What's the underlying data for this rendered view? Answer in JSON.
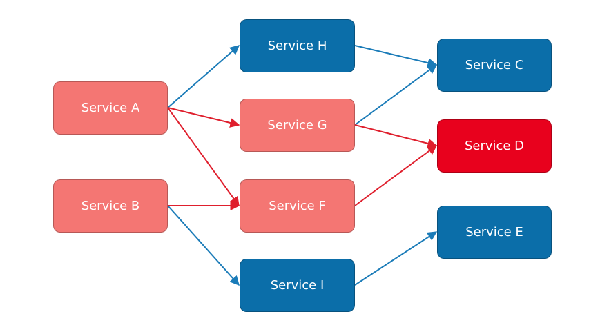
{
  "colors": {
    "blue_node": "#0b6ea9",
    "salmon_node": "#f47673",
    "red_node": "#e8011d",
    "blue_edge": "#1a7bb8",
    "red_edge": "#df1f2d"
  },
  "nodes": {
    "a": {
      "label": "Service A",
      "fill": "#f47673"
    },
    "b": {
      "label": "Service B",
      "fill": "#f47673"
    },
    "h": {
      "label": "Service H",
      "fill": "#0b6ea9"
    },
    "g": {
      "label": "Service G",
      "fill": "#f47673"
    },
    "f": {
      "label": "Service F",
      "fill": "#f47673"
    },
    "i": {
      "label": "Service I",
      "fill": "#0b6ea9"
    },
    "c": {
      "label": "Service C",
      "fill": "#0b6ea9"
    },
    "d": {
      "label": "Service D",
      "fill": "#e8011d"
    },
    "e": {
      "label": "Service E",
      "fill": "#0b6ea9"
    }
  },
  "edges": [
    {
      "from": "a",
      "to": "h",
      "color": "blue"
    },
    {
      "from": "a",
      "to": "g",
      "color": "red"
    },
    {
      "from": "a",
      "to": "f",
      "color": "red"
    },
    {
      "from": "b",
      "to": "f",
      "color": "red"
    },
    {
      "from": "b",
      "to": "i",
      "color": "blue"
    },
    {
      "from": "h",
      "to": "c",
      "color": "blue"
    },
    {
      "from": "g",
      "to": "c",
      "color": "blue"
    },
    {
      "from": "g",
      "to": "d",
      "color": "red"
    },
    {
      "from": "f",
      "to": "d",
      "color": "red"
    },
    {
      "from": "i",
      "to": "e",
      "color": "blue"
    }
  ]
}
